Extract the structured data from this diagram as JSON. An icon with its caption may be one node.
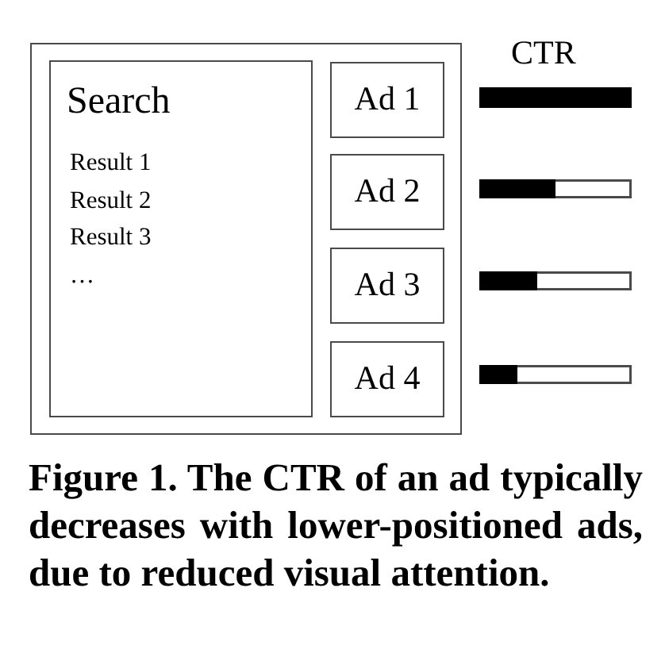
{
  "diagram": {
    "caption": "Figure 1. The CTR of an ad typically decreases with lower-positioned ads, due to reduced visual attention.",
    "nodes": [
      {
        "text": [],
        "shape": "box"
      },
      {
        "text": [
          "Search",
          "Result 1",
          "Result 2",
          "Result 3",
          "…"
        ],
        "in": 0
      },
      {
        "text": [
          "Ad 1"
        ],
        "in": 0
      },
      {
        "text": [
          "Ad 2"
        ],
        "in": 0
      },
      {
        "text": [
          "Ad 3"
        ],
        "in": 0
      },
      {
        "text": [
          "Ad 4"
        ],
        "in": 0
      }
    ],
    "labels": [
      "CTR"
    ]
  }
}
